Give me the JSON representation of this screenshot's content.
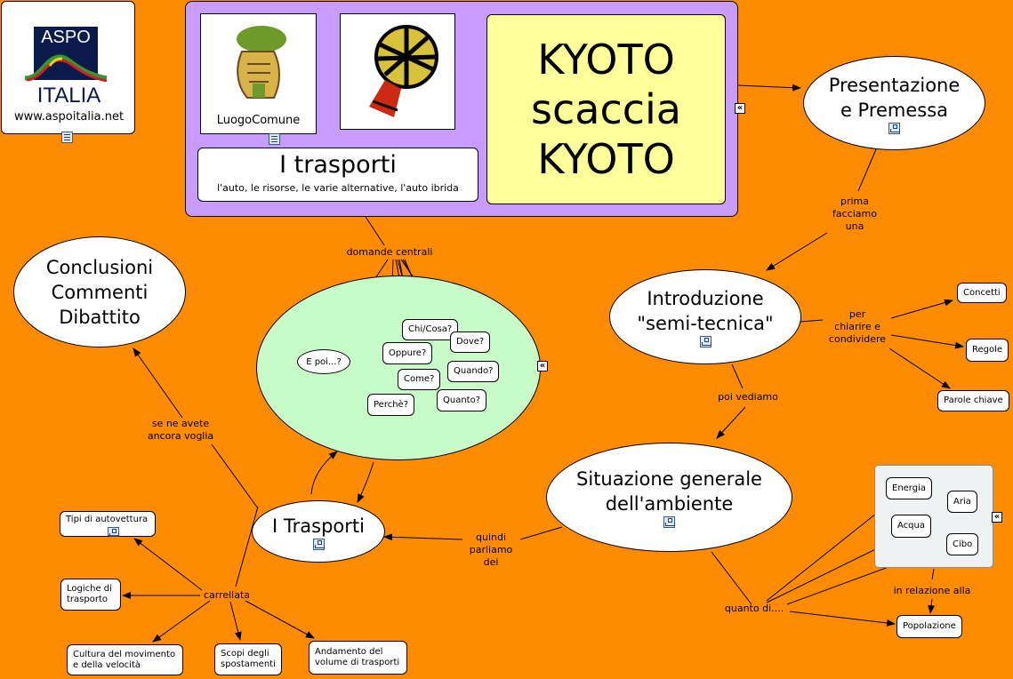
{
  "aspo": {
    "logo_top": "ASPO",
    "logo_bottom": "ITALIA",
    "url": "www.aspoitalia.net"
  },
  "luogocomune": {
    "label": "LuogoComune"
  },
  "trasporti_title": {
    "title": "I trasporti",
    "subtitle": "l'auto, le risorse, le varie alternative, l'auto ibrida"
  },
  "kyoto": {
    "line1": "KYOTO",
    "line2": "scaccia",
    "line3": "KYOTO"
  },
  "nodes": {
    "presentazione": [
      "Presentazione",
      "e Premessa"
    ],
    "introduzione": [
      "Introduzione",
      "\"semi-tecnica\""
    ],
    "situazione": [
      "Situazione generale",
      "dell'ambiente"
    ],
    "trasporti": "I Trasporti",
    "conclusioni": [
      "Conclusioni",
      "Commenti",
      "Dibattito"
    ]
  },
  "links": {
    "prima": [
      "prima",
      "facciamo",
      "una"
    ],
    "per": [
      "per",
      "chiarire e",
      "condividere"
    ],
    "poi": "poi vediamo",
    "quindi": [
      "quindi",
      "parliamo",
      "dei"
    ],
    "senene": [
      "se ne avete",
      "ancora voglia"
    ],
    "domande": "domande centrali",
    "carrellata": "carrellata",
    "quanto": "quanto di....",
    "relazione": "in relazione alla"
  },
  "questions": {
    "epoi": "E poi...?",
    "chi": "Chi/Cosa?",
    "dove": "Dove?",
    "oppure": "Oppure?",
    "quando": "Quando?",
    "come": "Come?",
    "perche": "Perchè?",
    "quanto": "Quanto?"
  },
  "intro_items": {
    "concetti": "Concetti",
    "regole": "Regole",
    "parole": "Parole chiave"
  },
  "env_items": {
    "energia": "Energia",
    "aria": "Aria",
    "acqua": "Acqua",
    "cibo": "Cibo",
    "popolazione": "Popolazione"
  },
  "transport_items": {
    "tipi": "Tipi di autovettura",
    "logiche": [
      "Logiche di",
      "trasporto"
    ],
    "cultura": [
      "Cultura del movimento",
      "e della velocità"
    ],
    "scopi": [
      "Scopi degli",
      "spostamenti"
    ],
    "andamento": [
      "Andamento del",
      "volume di trasporti"
    ]
  },
  "collapse_glyph": "«"
}
